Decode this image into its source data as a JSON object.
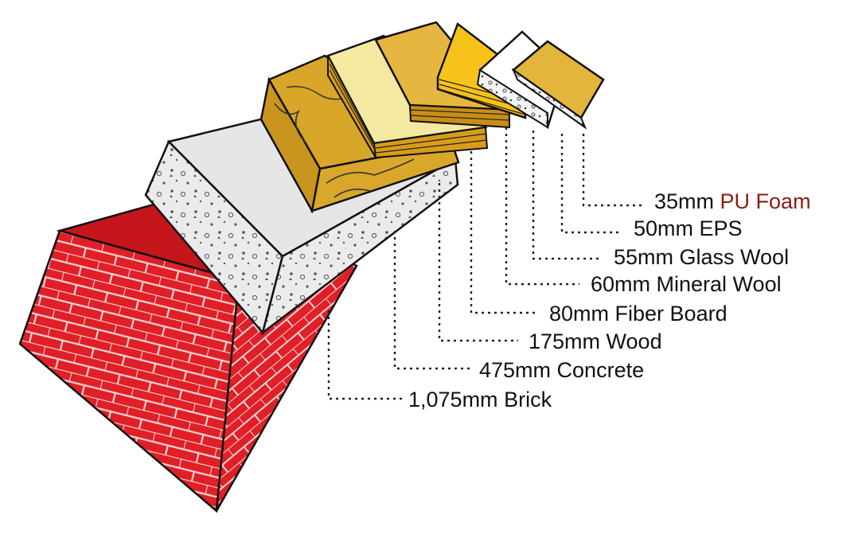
{
  "layers": [
    {
      "thickness": "35mm",
      "material": "PU Foam",
      "highlight": true
    },
    {
      "thickness": "50mm",
      "material": "EPS"
    },
    {
      "thickness": "55mm",
      "material": "Glass Wool"
    },
    {
      "thickness": "60mm",
      "material": "Mineral Wool"
    },
    {
      "thickness": "80mm",
      "material": "Fiber Board"
    },
    {
      "thickness": "175mm",
      "material": "Wood"
    },
    {
      "thickness": "475mm",
      "material": "Concrete"
    },
    {
      "thickness": "1,075mm",
      "material": "Brick"
    }
  ],
  "colors": {
    "brick_face": "#e01f26",
    "brick_mortar": "#f4d4d6",
    "concrete": "#e9e9e9",
    "wood": "#d8a629",
    "fiber_board": "#d99c1a",
    "mineral_wool": "#f3e9a0",
    "glass_wool": "#f7c21a",
    "eps": "#ffffff",
    "pu_foam": "#e3b53a",
    "highlight_text": "#8b1c12"
  }
}
